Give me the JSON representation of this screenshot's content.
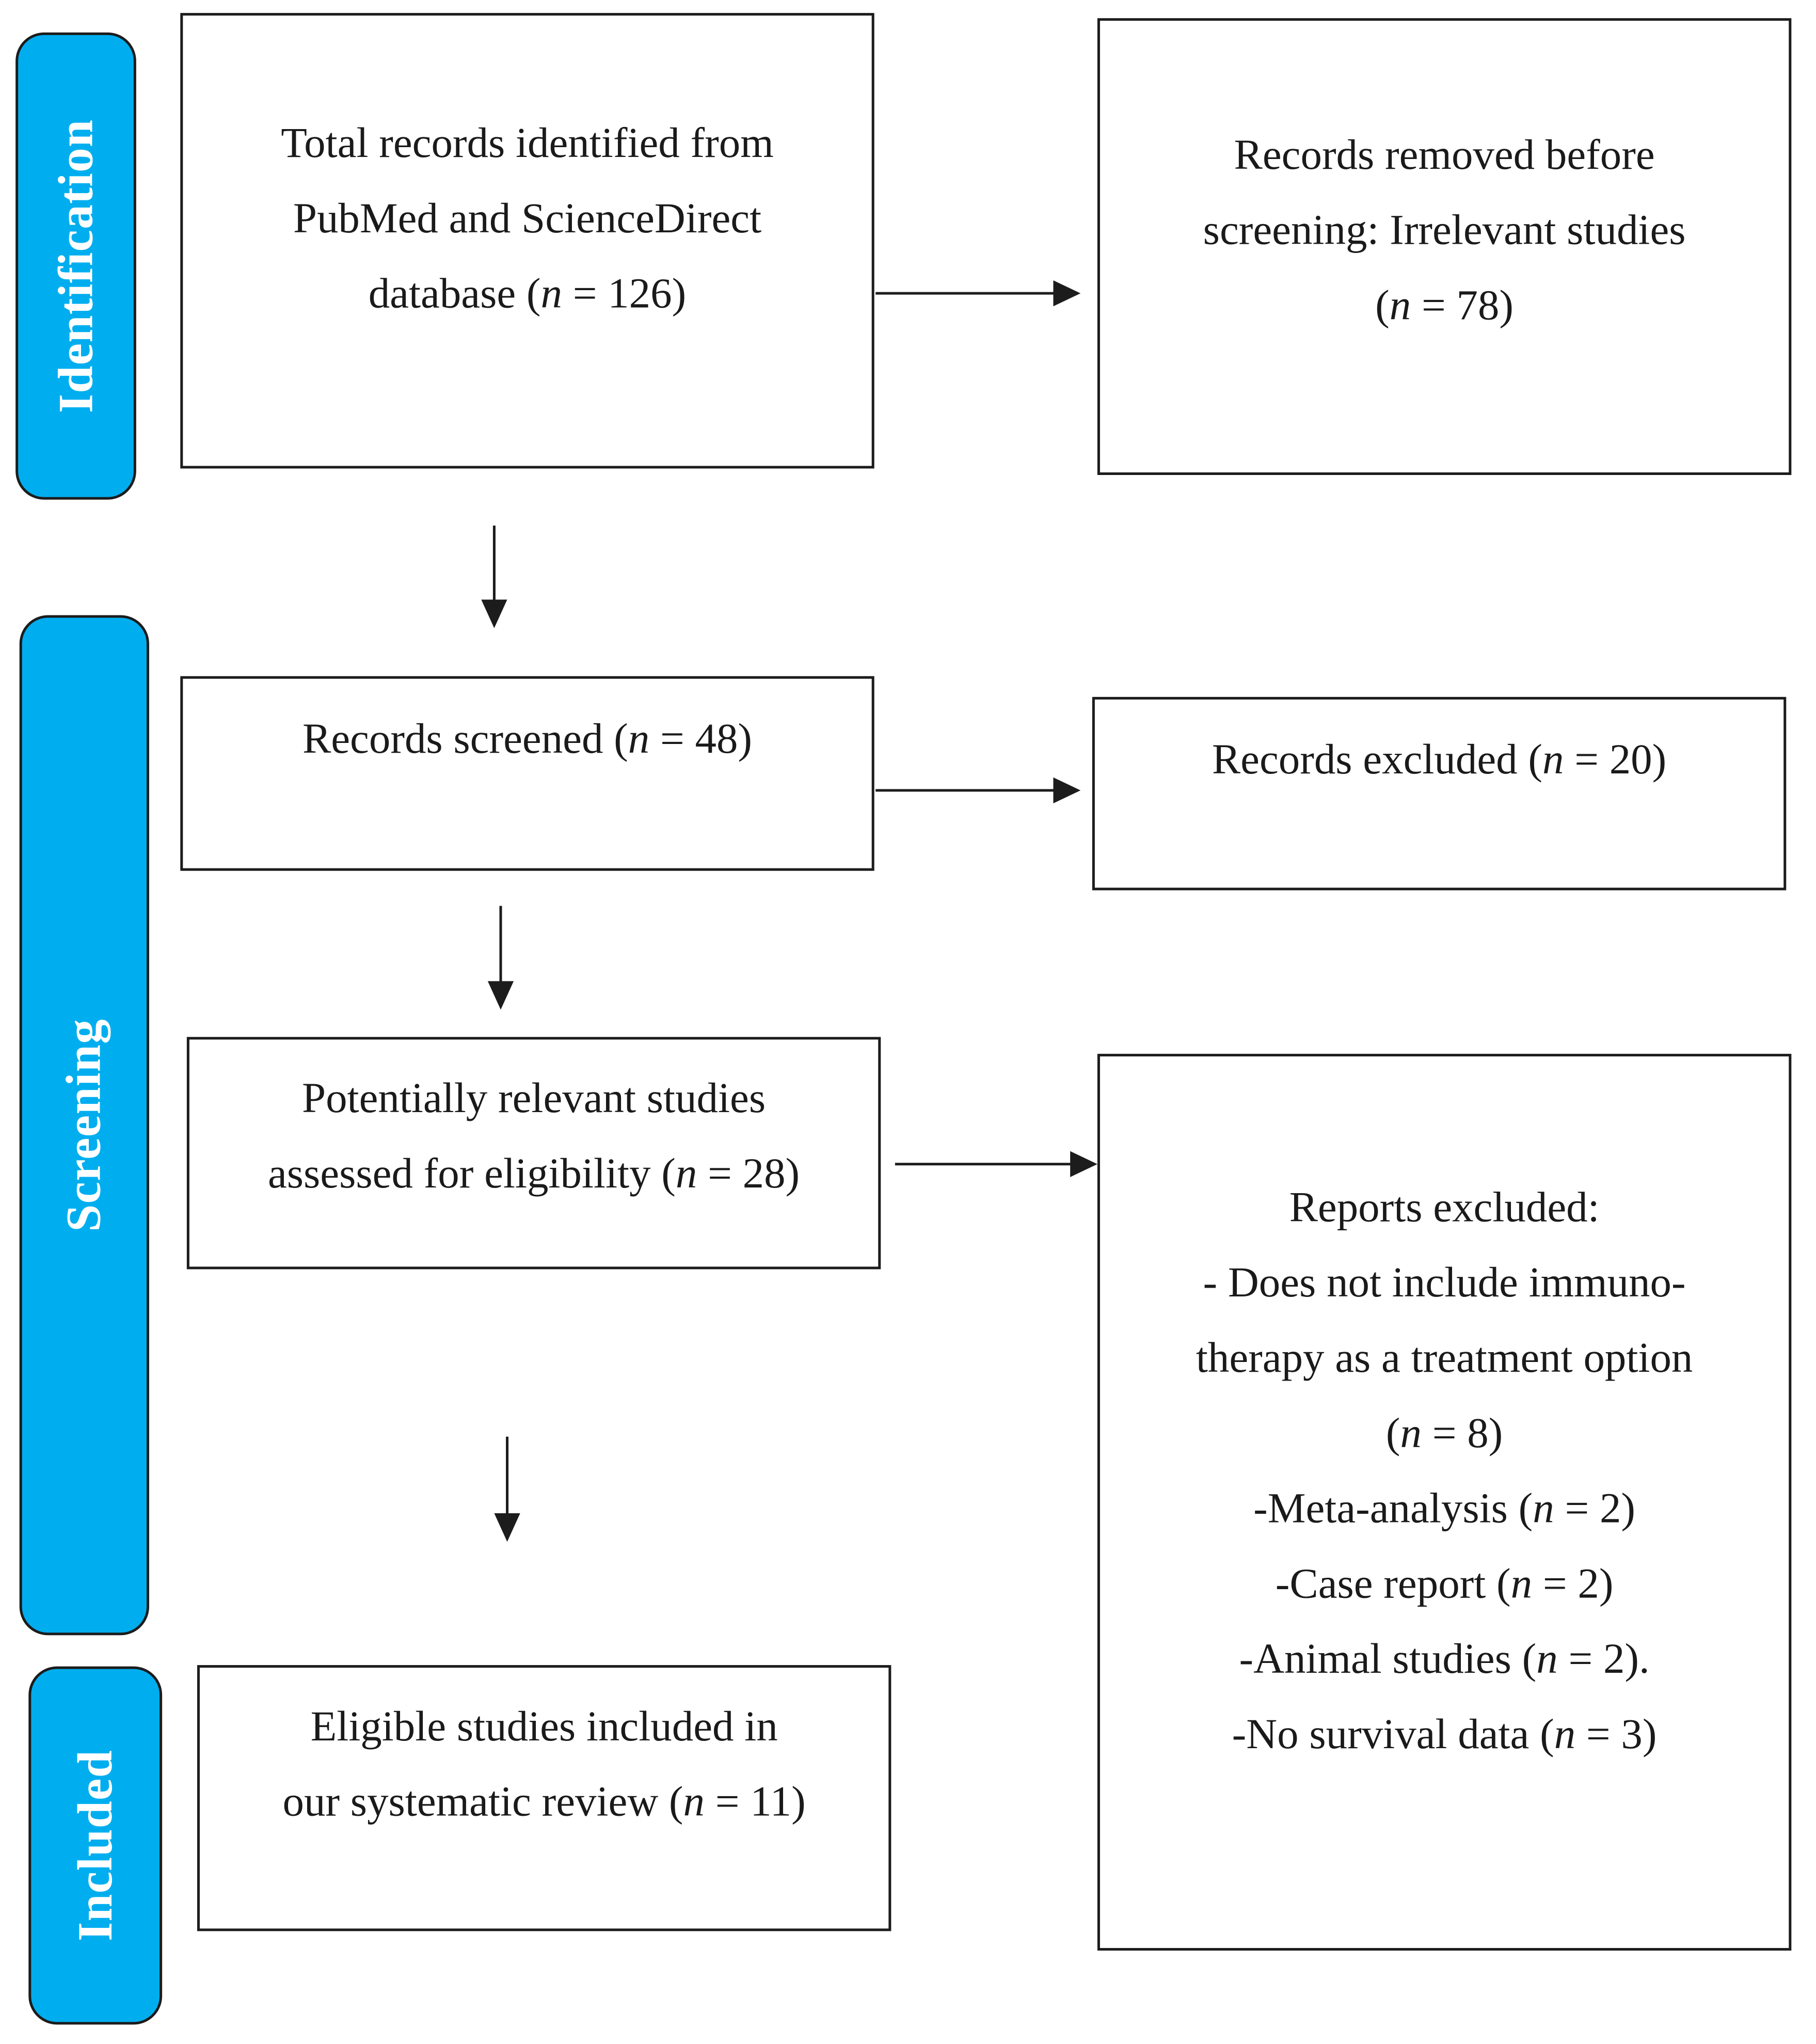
{
  "phases": {
    "identification": "Identification",
    "screening": "Screening",
    "included": "Included"
  },
  "nodes": {
    "identified": {
      "line1": "Total records identified from",
      "line2": "PubMed and ScienceDirect",
      "line3_pre": "database (",
      "n_symbol": "n",
      "line3_post": " = 126)"
    },
    "removed": {
      "line1": "Records removed before",
      "line2": "screening: Irrelevant studies",
      "line3_pre": "(",
      "n_symbol": "n",
      "line3_post": " = 78)"
    },
    "screened": {
      "line1_pre": "Records screened (",
      "n_symbol": "n",
      "line1_post": " = 48)"
    },
    "excluded": {
      "line1_pre": "Records excluded (",
      "n_symbol": "n",
      "line1_post": " = 20)"
    },
    "assessed": {
      "line1": "Potentially relevant studies",
      "line2_pre": "assessed for eligibility (",
      "n_symbol": "n",
      "line2_post": " = 28)"
    },
    "reports_excluded": {
      "title": "Reports excluded:",
      "item1_line1": "- Does not include immuno-",
      "item1_line2": "therapy as a treatment option",
      "item1_line3_pre": "(",
      "item1_n": "n",
      "item1_line3_post": " = 8)",
      "item2_pre": "-Meta-analysis (",
      "item2_n": "n",
      "item2_post": " = 2)",
      "item3_pre": "-Case report (",
      "item3_n": "n",
      "item3_post": " = 2)",
      "item4_pre": "-Animal studies (",
      "item4_n": "n",
      "item4_post": " = 2).",
      "item5_pre": "-No survival data (",
      "item5_n": "n",
      "item5_post": " = 3)"
    },
    "included": {
      "line1": "Eligible studies included in",
      "line2_pre": "our systematic review (",
      "n_symbol": "n",
      "line2_post": " = 11)"
    }
  }
}
